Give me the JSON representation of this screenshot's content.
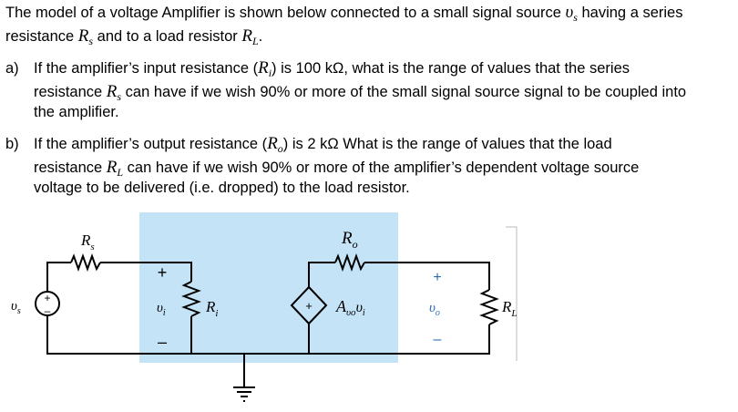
{
  "intro": {
    "line1": "The model of a voltage Amplifier is shown below connected to a small signal source",
    "source_symbol": "υ",
    "source_sub": "s",
    "line1_tail": " having a series",
    "line2_start": "resistance",
    "rs_symbol": "R",
    "rs_sub": "s",
    "line2_mid": " and to a load resistor ",
    "rl_symbol": "R",
    "rl_sub": "L",
    "line2_end": "."
  },
  "part_a": {
    "label": "a)",
    "line1_start": "If the amplifier’s input resistance (",
    "ri_symbol": "R",
    "ri_sub": "i",
    "line1_end": ") is 100 kΩ, what is the range of values that the series",
    "line2_start": "resistance ",
    "rs_symbol": "R",
    "rs_sub": "s",
    "line2_end": " can have if we wish 90% or more of the small signal source signal to be coupled into",
    "line3": "the amplifier."
  },
  "part_b": {
    "label": "b)",
    "line1_start": "If the amplifier’s output resistance (",
    "ro_symbol": "R",
    "ro_sub": "o",
    "line1_end": ") is 2 kΩ What is the range of values that the load",
    "line2_start": "resistance ",
    "rl_symbol": "R",
    "rl_sub": "L",
    "line2_end": " can have if we wish 90% or more of the amplifier’s dependent voltage source",
    "line3": "voltage to be delivered (i.e. dropped) to the load resistor."
  },
  "circuit": {
    "rs_label": "R",
    "rs_sub": "s",
    "vs_label": "υ",
    "vs_sub": "s",
    "vi_label": "υ",
    "vi_sub": "i",
    "ri_label": "R",
    "ri_sub": "i",
    "ro_label": "R",
    "ro_sub": "o",
    "gain_label": "A",
    "gain_sub": "υo",
    "gain_var": "υ",
    "gain_var_sub": "i",
    "vo_label": "υ",
    "vo_sub": "o",
    "rl_label": "R",
    "rl_sub": "L",
    "plus": "+",
    "minus": "–",
    "colors": {
      "amplifier_box": "#c5e3f6",
      "wire": "#000000"
    }
  }
}
